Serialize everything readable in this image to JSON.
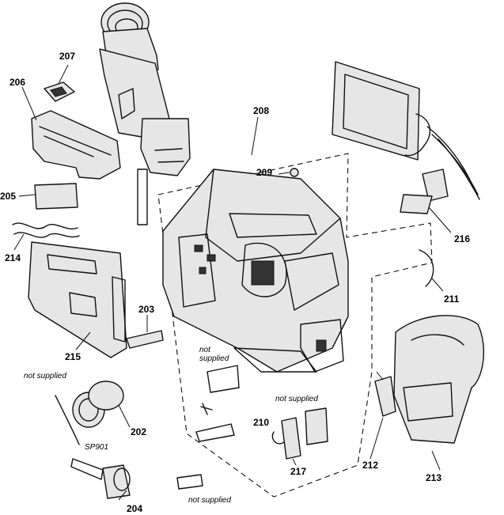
{
  "parts": {
    "p202": "202",
    "p203": "203",
    "p204": "204",
    "p205": "205",
    "p206": "206",
    "p207": "207",
    "p208": "208",
    "p209": "209",
    "p210": "210",
    "p211": "211",
    "p212": "212",
    "p213": "213",
    "p214": "214",
    "p215": "215",
    "p216": "216",
    "p217": "217"
  },
  "notes": {
    "not_supplied_left": "not supplied",
    "not_supplied_center": "not\nsupplied",
    "not_supplied_right": "not supplied",
    "not_supplied_bottom": "not supplied",
    "sp901": "SP901"
  }
}
